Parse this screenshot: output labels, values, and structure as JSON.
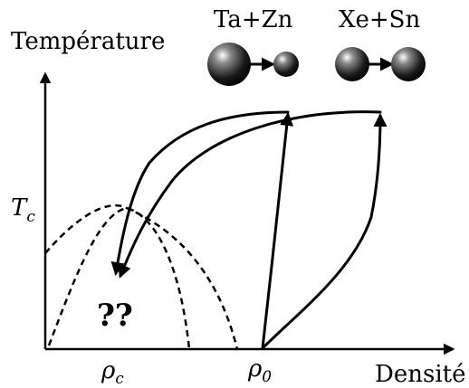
{
  "axes": {
    "y_label": "Température",
    "x_label": "Densité"
  },
  "symbols": {
    "tc_main": "T",
    "tc_sub": "c",
    "rhoc_main": "ρ",
    "rhoc_sub": "c",
    "rho0_main": "ρ",
    "rho0_sub": "0"
  },
  "annotation": "??",
  "legend": {
    "pair1": "Ta+Zn",
    "pair2": "Xe+Sn"
  },
  "colors": {
    "ink": "#000000",
    "background": "#ffffff"
  }
}
